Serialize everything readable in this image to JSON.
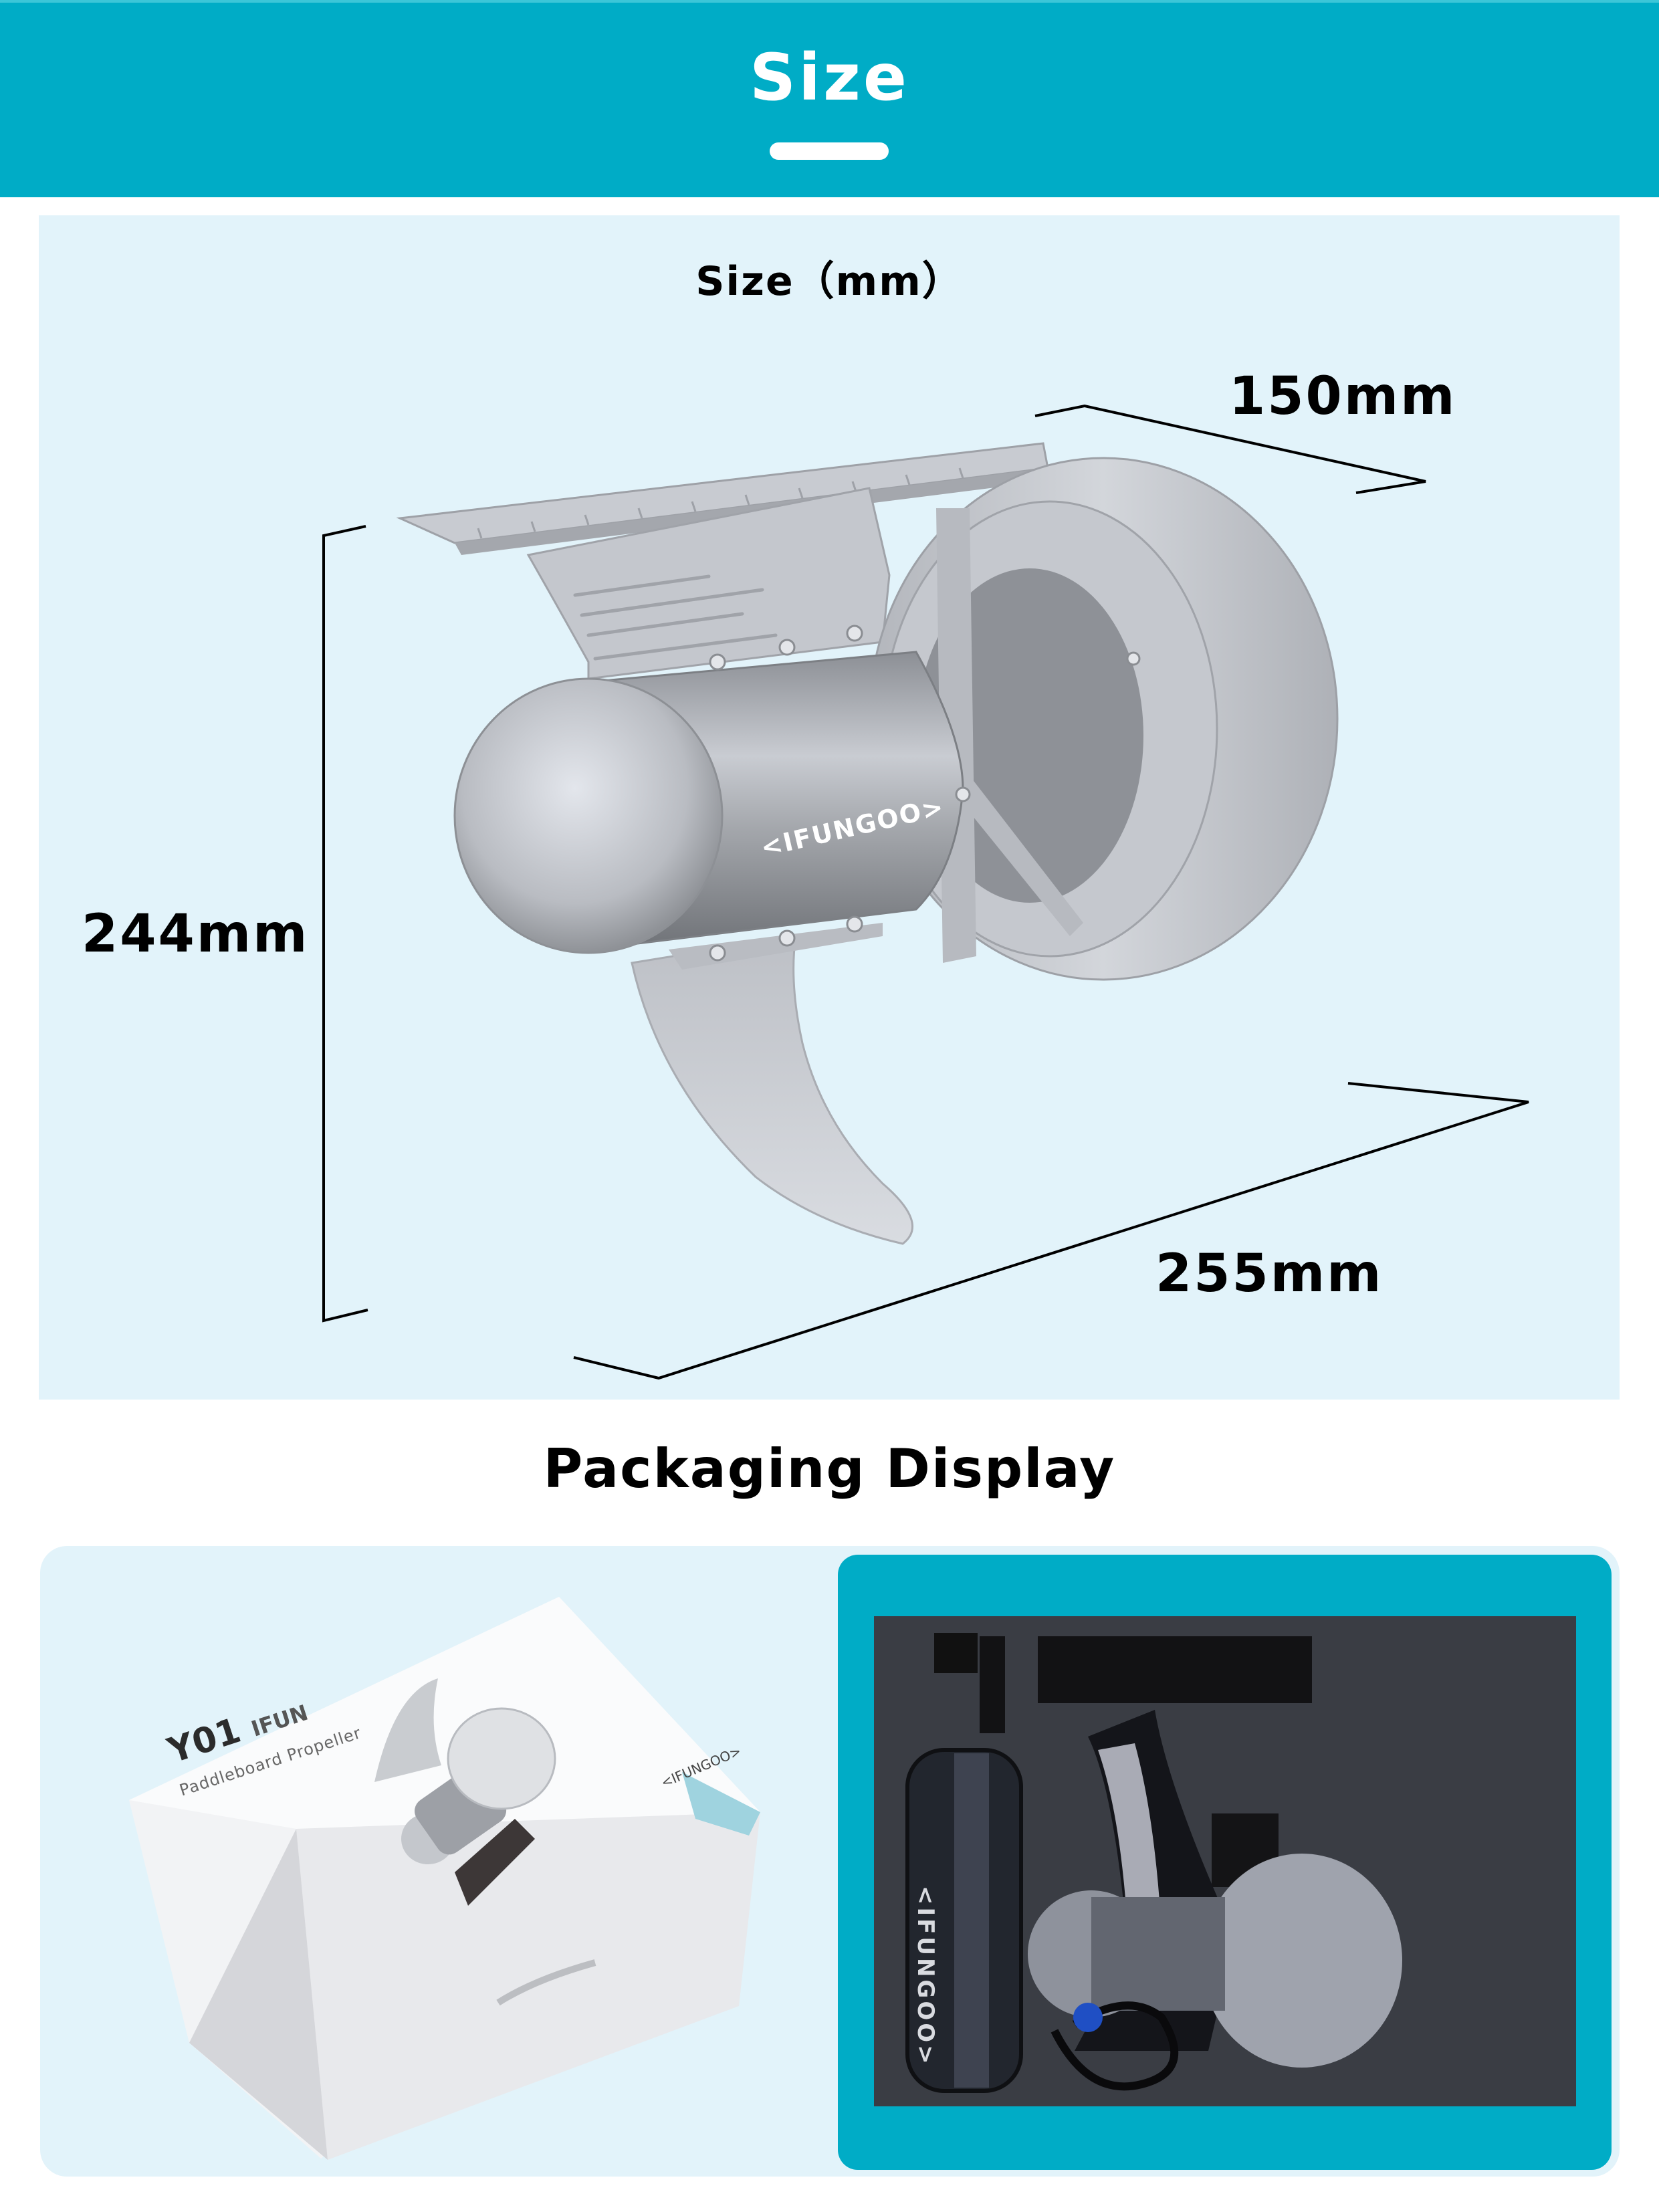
{
  "header": {
    "title": "Size",
    "accent_color": "#00acc6"
  },
  "size_section": {
    "label": "Size（mm）",
    "dimensions": {
      "depth": "150mm",
      "height": "244mm",
      "length": "255mm"
    },
    "product_logo": "<IFUNGOO>",
    "panel_color": "#e2f3fa"
  },
  "packaging_section": {
    "title": "Packaging Display",
    "box": {
      "model": "Y01",
      "brand": "IFUN",
      "subtitle": "Paddleboard Propeller",
      "logo": "<IFUNGOO>"
    },
    "case": {
      "bag_logo": "<IFUNGOO>"
    }
  }
}
